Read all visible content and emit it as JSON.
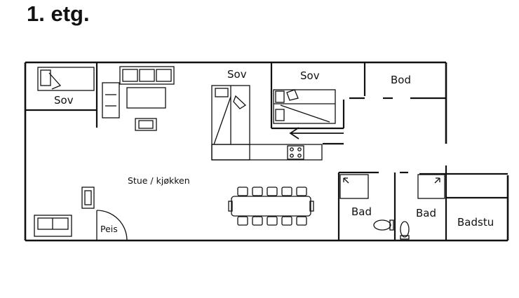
{
  "title": "1. etg.",
  "rooms": {
    "sov_1": "Sov",
    "sov_2": "Sov",
    "sov_3": "Sov",
    "bod": "Bod",
    "stue_kjokken": "Stue / kjøkken",
    "peis": "Peis",
    "bad_1": "Bad",
    "bad_2": "Bad",
    "badstu": "Badstu"
  },
  "colors": {
    "wall": "#111111",
    "background": "#ffffff"
  }
}
